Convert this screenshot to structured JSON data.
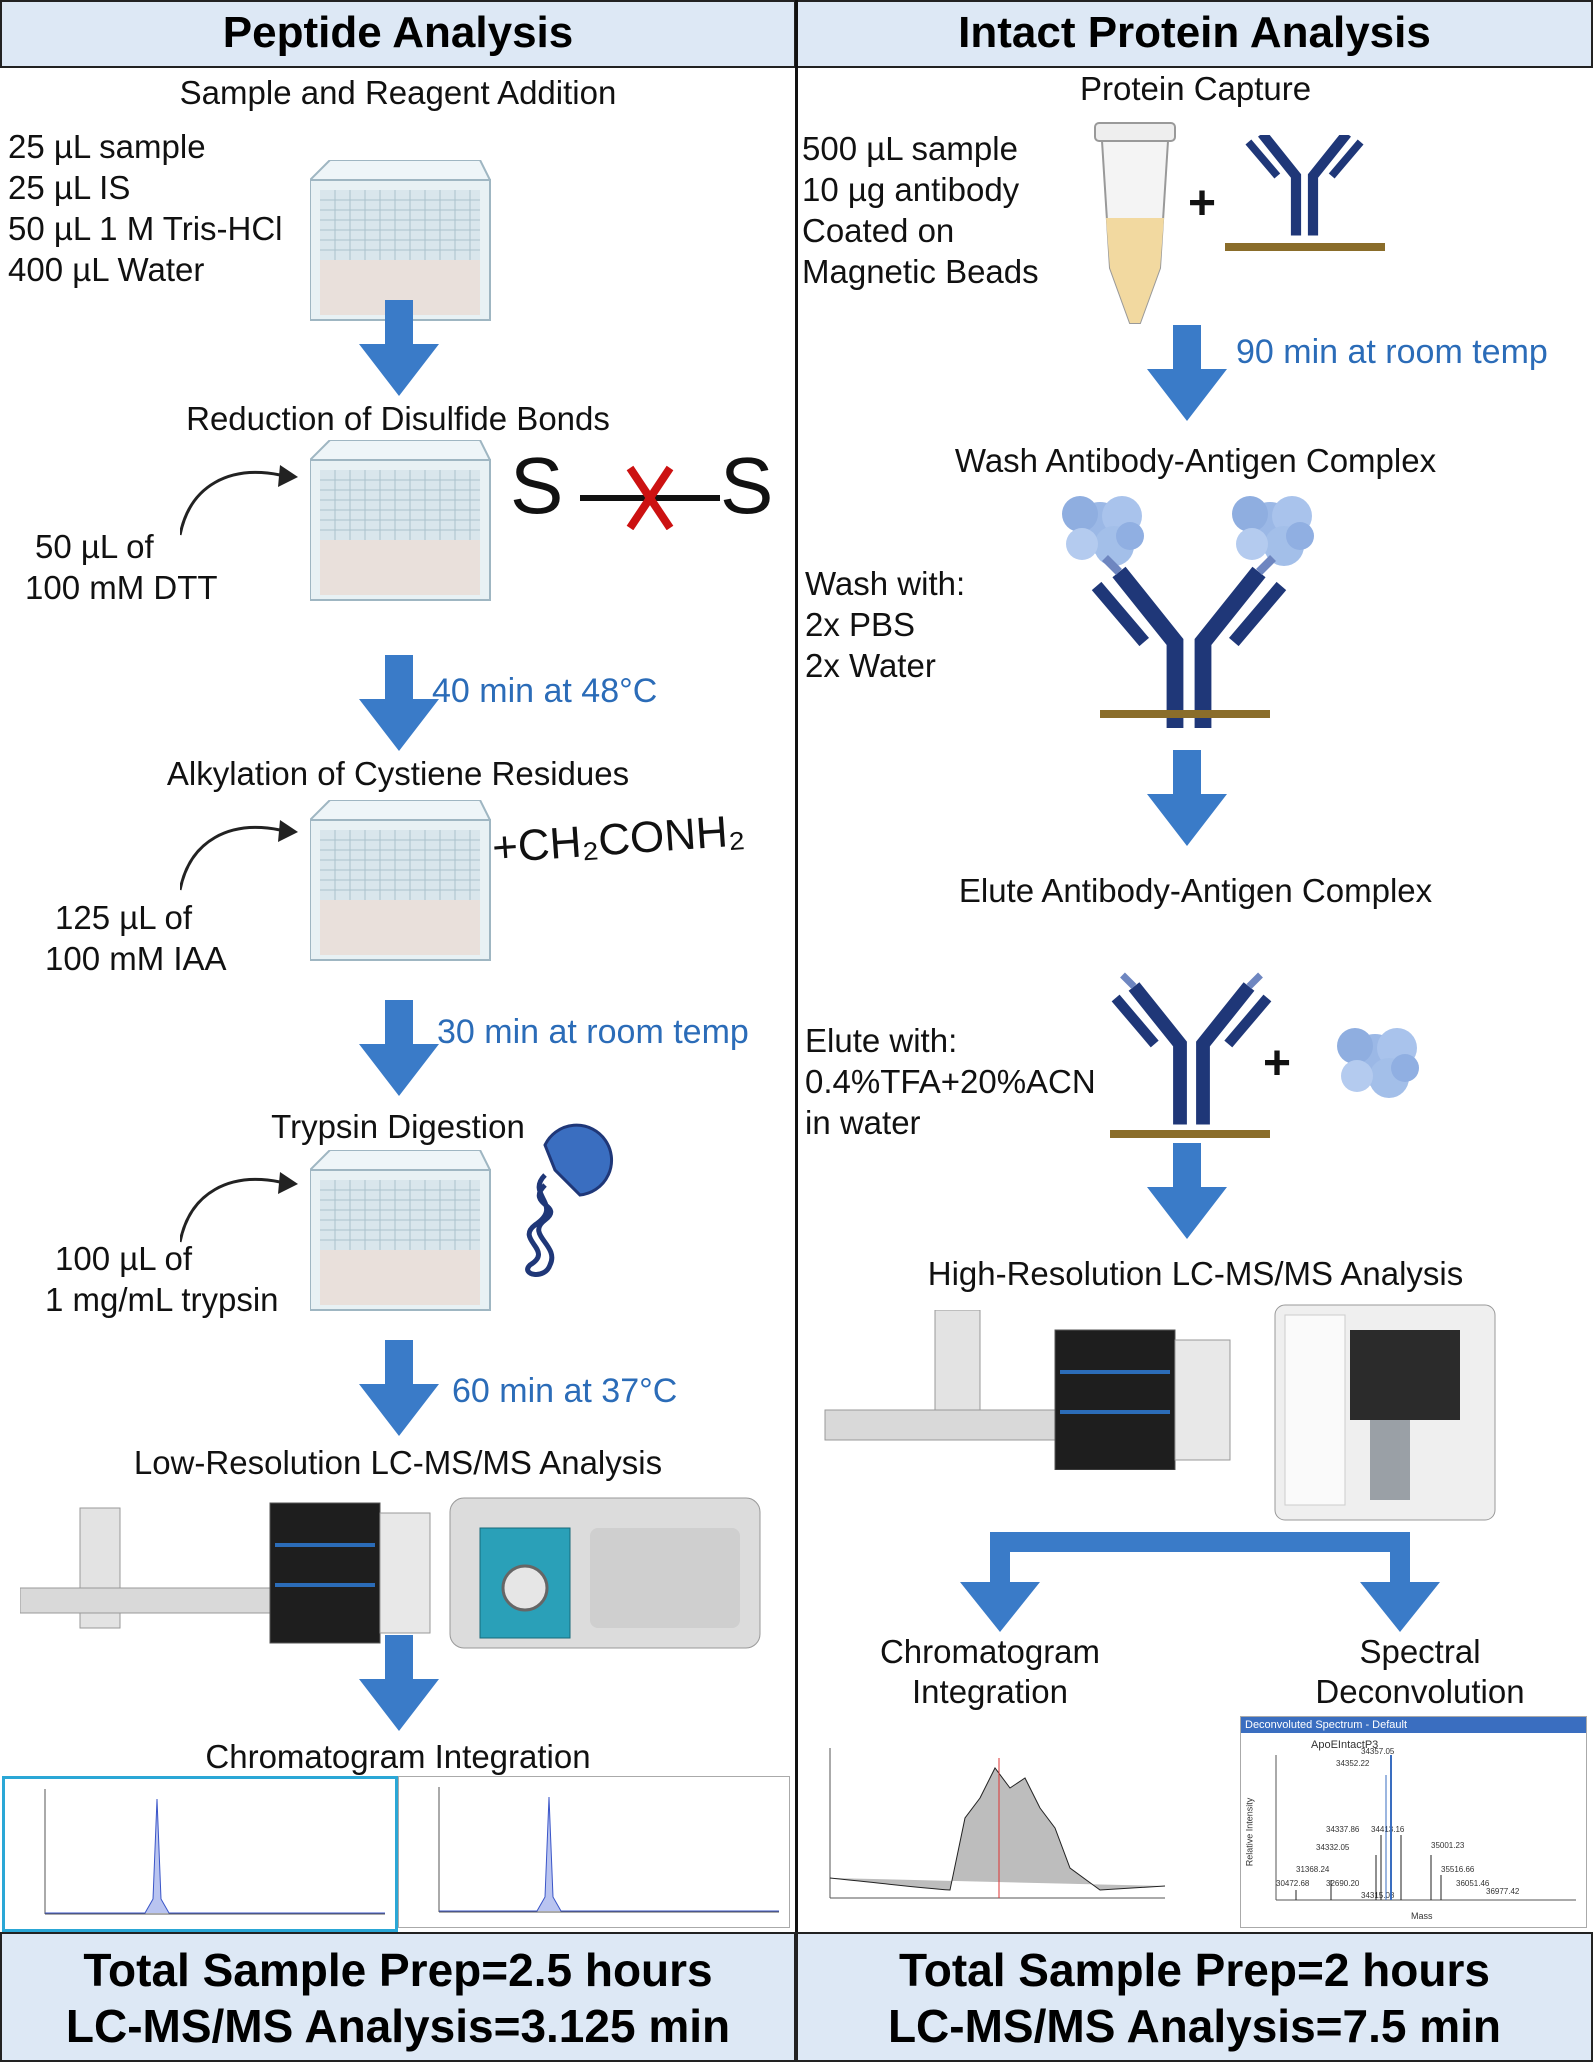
{
  "left": {
    "header": "Peptide Analysis",
    "steps": {
      "s1": "Sample and Reagent Addition",
      "s2": "Reduction of Disulfide Bonds",
      "s3": "Alkylation of  Cystiene Residues",
      "s4": "Trypsin Digestion",
      "s5": "Low-Resolution LC-MS/MS Analysis",
      "s6": "Chromatogram Integration"
    },
    "reagents": [
      "25 µL sample",
      "25 µL IS",
      "50 µL 1 M Tris-HCl",
      "400 µL Water"
    ],
    "dtt": [
      "50 µL of",
      "100 mM DTT"
    ],
    "iaa": [
      "125 µL of",
      "100 mM IAA"
    ],
    "trypsin": [
      "100 µL of",
      "1 mg/mL trypsin"
    ],
    "times": {
      "t1": "40 min at 48°C",
      "t2": "30 min at room temp",
      "t3": "60 min at 37°C"
    },
    "chem": {
      "s1": "S",
      "s2": "S",
      "cap": "+CH₂CONH₂"
    },
    "footer": {
      "line1": "Total Sample Prep=2.5 hours",
      "line2": "LC-MS/MS Analysis=3.125 min"
    }
  },
  "right": {
    "header": "Intact Protein Analysis",
    "steps": {
      "s1": "Protein Capture",
      "s2": "Wash Antibody-Antigen Complex",
      "s3": "Elute Antibody-Antigen Complex",
      "s4": "High-Resolution LC-MS/MS Analysis"
    },
    "capture": [
      "500 µL sample",
      "10 µg antibody",
      "Coated on",
      "Magnetic Beads"
    ],
    "wash": [
      "Wash with:",
      "2x PBS",
      "2x Water"
    ],
    "elute": [
      "Elute with:",
      "0.4%TFA+20%ACN",
      "in water"
    ],
    "times": {
      "t1": "90 min at room temp"
    },
    "plus1": "+",
    "plus2": "+",
    "branches": {
      "b1": [
        "Chromatogram",
        "Integration"
      ],
      "b2": [
        "Spectral",
        "Deconvolution"
      ]
    },
    "spectrum": {
      "title": "Deconvoluted Spectrum - Default",
      "subtitle": "ApoEIntactP3",
      "peaks": [
        "34357.05",
        "34352.22",
        "34337.86",
        "34413.16",
        "34332.05",
        "35001.23",
        "31368.24",
        "35516.66",
        "30472.68",
        "32690.20",
        "36051.46",
        "34315.08",
        "36977.42"
      ],
      "xlabel": "Mass",
      "ylabel": "Relative Intensity"
    },
    "footer": {
      "line1": "Total Sample Prep=2 hours",
      "line2": "LC-MS/MS Analysis=7.5 min"
    }
  },
  "colors": {
    "arrow": "#3a7bc8",
    "header_bg": "#dde8f5",
    "antibody": "#1f3778",
    "bead": "#8a6d2a",
    "time_text": "#2b6cb8",
    "cross": "#cc1111"
  }
}
